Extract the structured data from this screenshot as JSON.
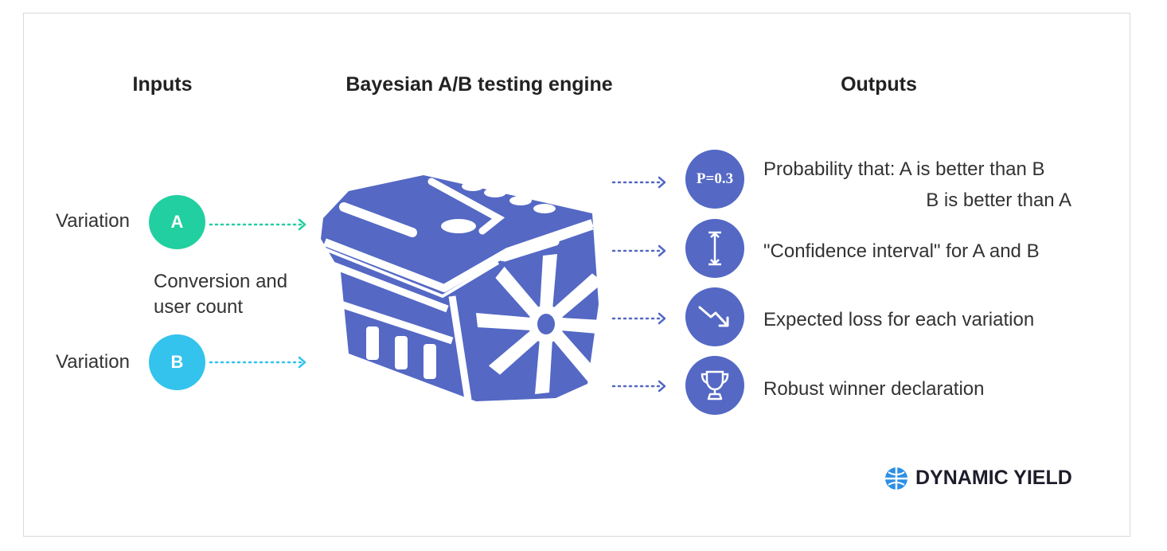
{
  "headings": {
    "inputs": "Inputs",
    "engine": "Bayesian A/B testing engine",
    "outputs": "Outputs"
  },
  "inputs": {
    "variation_a": {
      "label": "Variation",
      "badge": "A",
      "color": "#22cfa0"
    },
    "variation_b": {
      "label": "Variation",
      "badge": "B",
      "color": "#33c3ec"
    },
    "description_line1": "Conversion and",
    "description_line2": "user count"
  },
  "outputs": {
    "probability": {
      "badge": "P=0.3",
      "line1": "Probability that: A is better than B",
      "line2": "B is better than A",
      "icon": "probability-badge"
    },
    "confidence": {
      "text": "\"Confidence interval\" for A and B",
      "icon": "interval-icon"
    },
    "loss": {
      "text": "Expected loss for each variation",
      "icon": "trend-down-icon"
    },
    "winner": {
      "text": "Robust winner declaration",
      "icon": "trophy-icon"
    }
  },
  "brand": {
    "name": "DYNAMIC YIELD",
    "icon": "globe-logo-icon"
  },
  "colors": {
    "engine": "#5468c4",
    "input_a": "#22cfa0",
    "input_b": "#33c3ec",
    "output": "#5468c4"
  }
}
